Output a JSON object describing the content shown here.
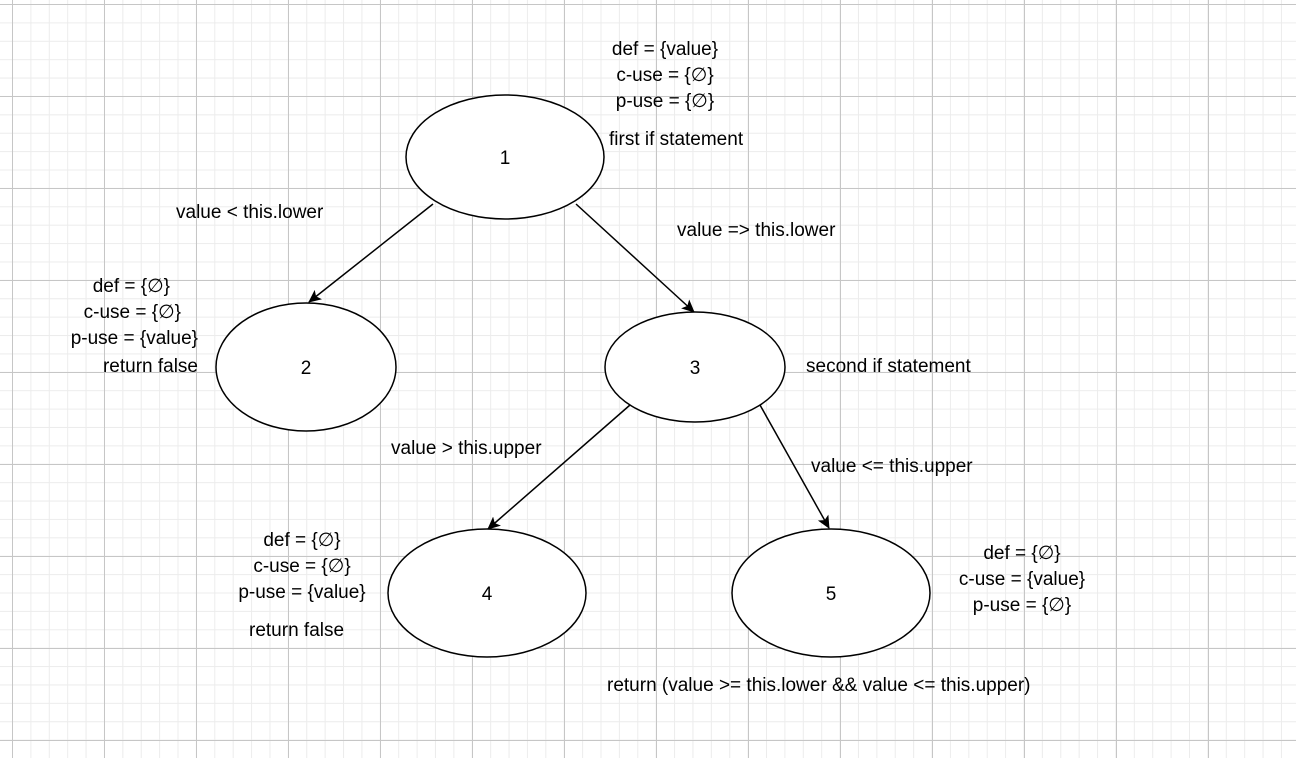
{
  "nodes": [
    {
      "id": "1",
      "label": "1"
    },
    {
      "id": "2",
      "label": "2"
    },
    {
      "id": "3",
      "label": "3"
    },
    {
      "id": "4",
      "label": "4"
    },
    {
      "id": "5",
      "label": "5"
    }
  ],
  "edges": [
    {
      "from": "1",
      "to": "2",
      "label": "value < this.lower"
    },
    {
      "from": "1",
      "to": "3",
      "label": "value => this.lower"
    },
    {
      "from": "3",
      "to": "4",
      "label": "value > this.upper"
    },
    {
      "from": "3",
      "to": "5",
      "label": "value <= this.upper"
    }
  ],
  "annotations": {
    "node1": {
      "def": "def = {value}",
      "c_use": "c-use = {∅}",
      "p_use": "p-use = {∅}",
      "note": "first if statement"
    },
    "node2": {
      "def": "def = {∅}",
      "c_use": "c-use = {∅}",
      "p_use": "p-use = {value}",
      "note": "return false"
    },
    "node3": {
      "note": "second if statement"
    },
    "node4": {
      "def": "def = {∅}",
      "c_use": "c-use = {∅}",
      "p_use": "p-use = {value}",
      "note": "return false"
    },
    "node5": {
      "def": "def = {∅}",
      "c_use": "c-use = {value}",
      "p_use": "p-use = {∅}",
      "note": "return (value >= this.lower && value <= this.upper)"
    }
  }
}
